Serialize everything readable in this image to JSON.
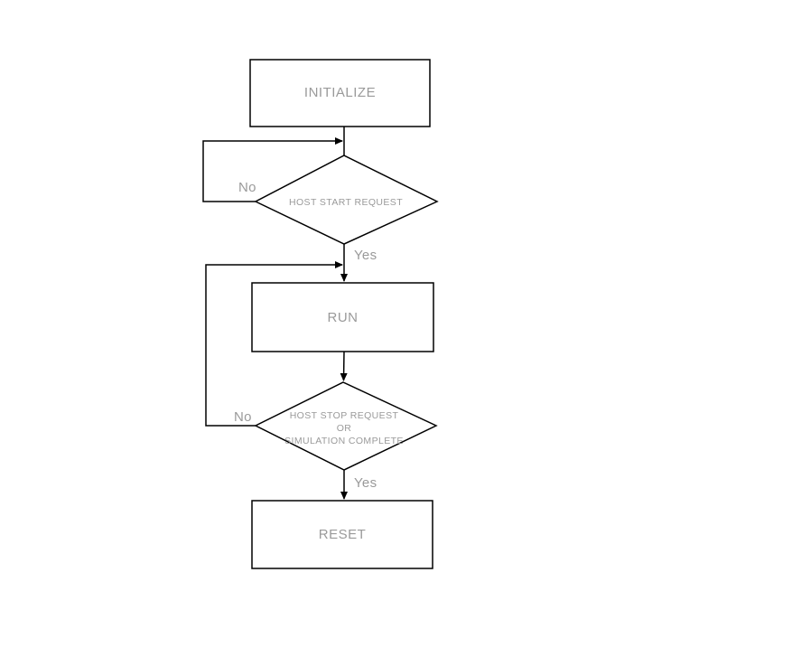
{
  "diagram": {
    "type": "flowchart",
    "background_color": "#ffffff",
    "line_color": "#000000",
    "label_color": "#9a9a9a",
    "nodes": {
      "initialize": {
        "shape": "rectangle",
        "label": "INITIALIZE"
      },
      "host_start": {
        "shape": "diamond",
        "label": "HOST START REQUEST"
      },
      "run": {
        "shape": "rectangle",
        "label": "RUN"
      },
      "host_stop": {
        "shape": "diamond",
        "label_line1": "HOST STOP REQUEST",
        "label_line2": "OR",
        "label_line3": "SIMULATION COMPLETE"
      },
      "reset": {
        "shape": "rectangle",
        "label": "RESET"
      }
    },
    "edges": {
      "host_start_no": {
        "label": "No"
      },
      "host_start_yes": {
        "label": "Yes"
      },
      "host_stop_no": {
        "label": "No"
      },
      "host_stop_yes": {
        "label": "Yes"
      }
    }
  }
}
